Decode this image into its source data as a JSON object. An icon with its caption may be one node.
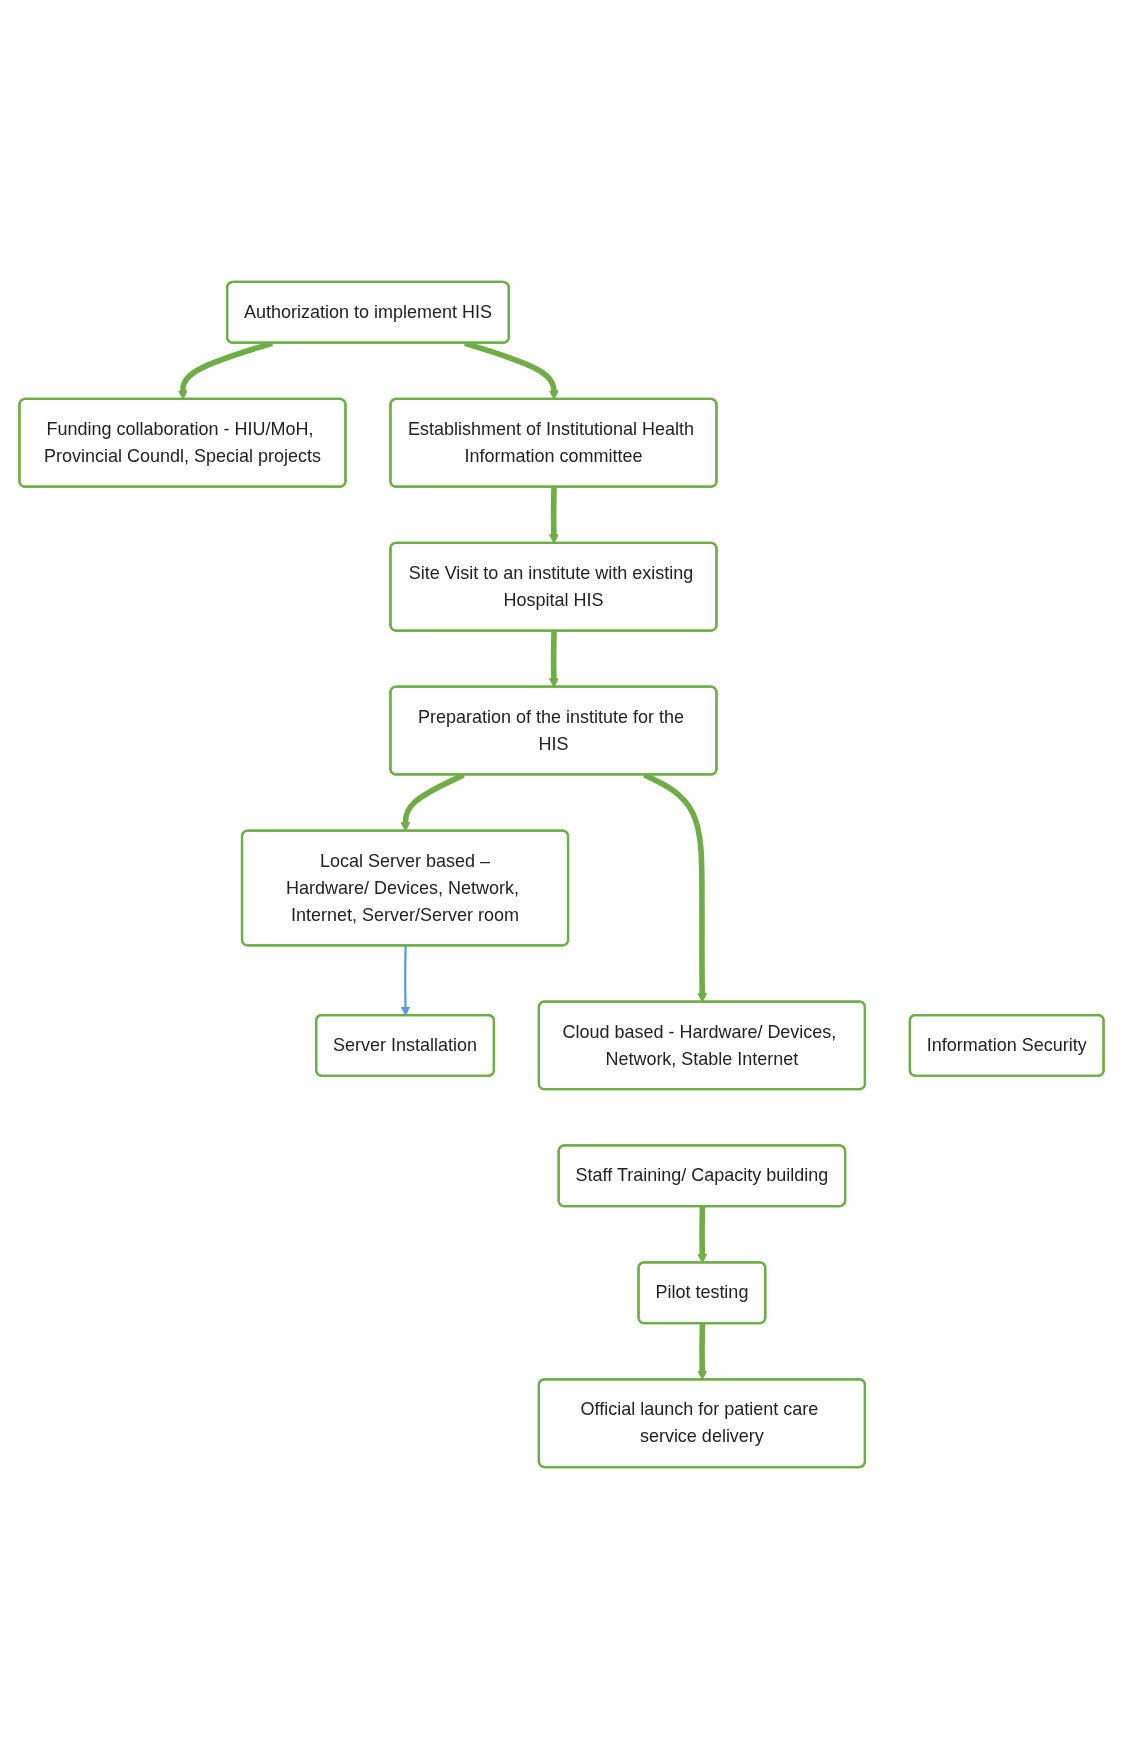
{
  "diagram": {
    "nodes": [
      {
        "text": [
          "Authorization to implement HIS"
        ]
      },
      {
        "text": [
          "Funding collaboration - HIU/MoH, Provincial Coundl, Special projects"
        ]
      },
      {
        "text": [
          "Establishment of Institutional Health Information committee"
        ]
      },
      {
        "text": [
          "Site Visit to an institute with existing Hospital HIS"
        ]
      },
      {
        "text": [
          "Preparation of the institute for the HIS"
        ]
      },
      {
        "text": [
          "Information Security"
        ]
      },
      {
        "text": [
          "Cloud based - Hardware/ Devices, Network, Stable Internet"
        ]
      },
      {
        "text": [
          "Local Server based –",
          "Hardware/ Devices, Network, Internet, Server/Server room"
        ]
      },
      {
        "text": [
          "Server Installation"
        ]
      },
      {
        "text": [
          "Staff Training/ Capacity building"
        ]
      },
      {
        "text": [
          "Pilot testing"
        ]
      },
      {
        "text": [
          "Official launch for patient care service delivery"
        ]
      }
    ],
    "edges": [
      {
        "from": 0,
        "to": 1,
        "arrow": "to"
      },
      {
        "from": 0,
        "to": 2,
        "arrow": "to"
      },
      {
        "from": 2,
        "to": 3,
        "arrow": "to"
      },
      {
        "from": 3,
        "to": 4,
        "arrow": "to"
      },
      {
        "from": 4,
        "to": 6,
        "arrow": "to"
      },
      {
        "from": 4,
        "to": 7,
        "arrow": "to"
      },
      {
        "from": 7,
        "to": 8,
        "arrow": "to",
        "color": "#5b9bd5"
      },
      {
        "from": 9,
        "to": 10,
        "arrow": "to"
      },
      {
        "from": 10,
        "to": 11,
        "arrow": "to"
      }
    ]
  }
}
